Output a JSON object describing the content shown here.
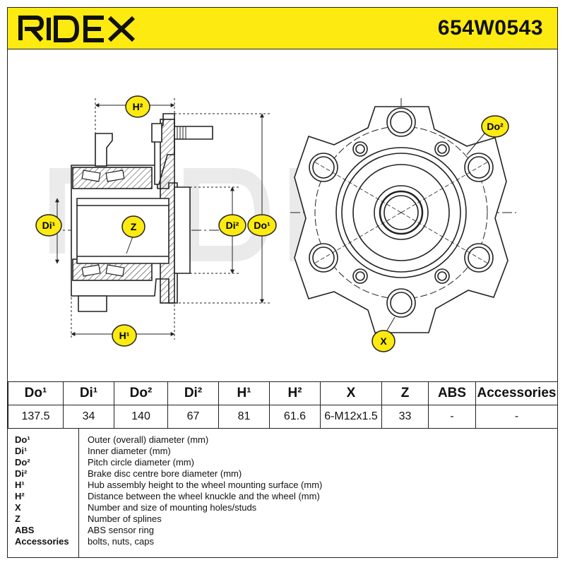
{
  "brand": {
    "name": "RIDEX",
    "accent_color": "#fcea10"
  },
  "part_number": "654W0543",
  "drawing_labels": {
    "h2": "H²",
    "h1": "H¹",
    "di1": "Di¹",
    "z": "Z",
    "di2": "Di²",
    "do1": "Do¹",
    "do2": "Do²",
    "x": "X"
  },
  "spec_table": {
    "headers": [
      "Do¹",
      "Di¹",
      "Do²",
      "Di²",
      "H¹",
      "H²",
      "X",
      "Z",
      "ABS",
      "Accessories"
    ],
    "values": [
      "137.5",
      "34",
      "140",
      "67",
      "81",
      "61.6",
      "6-M12x1.5",
      "33",
      "-",
      "-"
    ]
  },
  "legend": [
    {
      "key": "Do¹",
      "desc": "Outer (overall) diameter (mm)"
    },
    {
      "key": "Di¹",
      "desc": "Inner diameter (mm)"
    },
    {
      "key": "Do²",
      "desc": "Pitch circle diameter (mm)"
    },
    {
      "key": "Di²",
      "desc": "Brake disc centre bore diameter (mm)"
    },
    {
      "key": "H¹",
      "desc": "Hub assembly height to the wheel mounting surface (mm)"
    },
    {
      "key": "H²",
      "desc": "Distance between the wheel knuckle and the wheel (mm)"
    },
    {
      "key": "X",
      "desc": "Number and size of mounting holes/studs"
    },
    {
      "key": "Z",
      "desc": "Number of splines"
    },
    {
      "key": "ABS",
      "desc": "ABS sensor ring"
    },
    {
      "key": "Accessories",
      "desc": "bolts, nuts, caps"
    }
  ]
}
